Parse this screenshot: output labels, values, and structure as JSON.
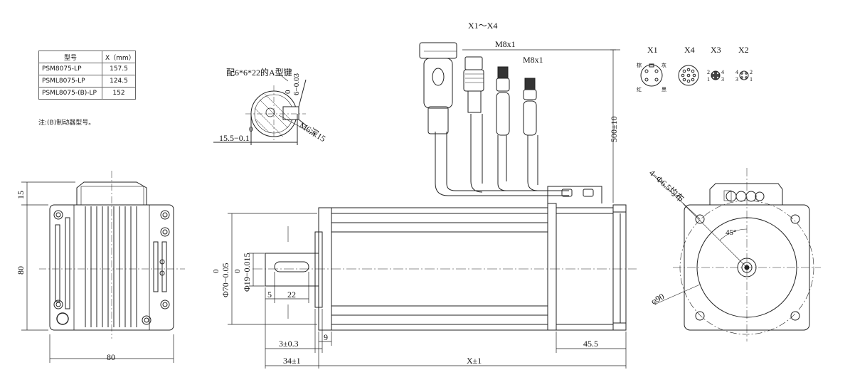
{
  "spec_table": {
    "headers": [
      "型号",
      "X（mm）"
    ],
    "rows": [
      {
        "model": "PSM8075-LP",
        "x": "157.5"
      },
      {
        "model": "PSML8075-LP",
        "x": "124.5"
      },
      {
        "model": "PSML8075-(B)-LP",
        "x": "152"
      }
    ]
  },
  "note": "注:(B)制动器型号。",
  "keyway_detail": {
    "title": "配6*6*22的A型键",
    "tol_upper": "0",
    "tol_lower": "6−0.03",
    "depth_tol_upper": "0",
    "depth_value": "15.5−0.1",
    "thread": "M6深15"
  },
  "connectors": {
    "header": "X1～X4",
    "labels": [
      "M8x1",
      "M8x1"
    ],
    "cable_length": "500±10"
  },
  "pin_views": {
    "titles": [
      "X1",
      "X4",
      "X3",
      "X2"
    ],
    "x1_pins": [
      "棕",
      "灰",
      "红",
      "黑"
    ],
    "x3_pins": [
      "2",
      "4",
      "1",
      "3"
    ],
    "x2_pins": [
      "4",
      "2",
      "3",
      "1"
    ]
  },
  "side_view": {
    "height_top": "15",
    "height": "80",
    "width": "80"
  },
  "main_view": {
    "flange_dia_upper": "0",
    "flange_dia": "Φ70−0.05",
    "shaft_dia_upper": "0",
    "shaft_dia": "Φ19−0.015",
    "key_offset": "5",
    "key_length": "22",
    "flange_thickness": "9",
    "spigot": "3±0.3",
    "shaft_length": "34±1",
    "body_length": "X±1",
    "rear_length": "45.5"
  },
  "front_view": {
    "holes": "4−Φ6.5均布",
    "angle": "45°",
    "pcd": "φ90"
  }
}
